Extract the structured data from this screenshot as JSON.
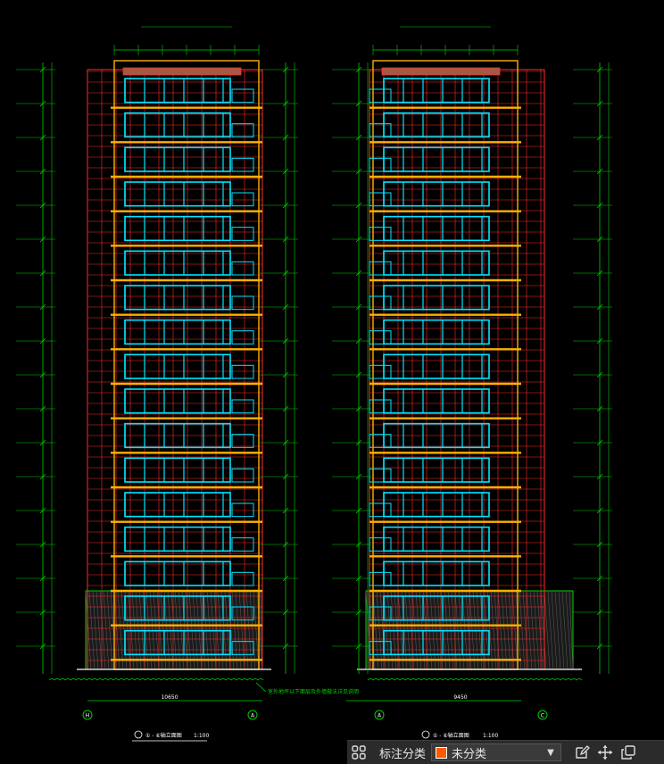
{
  "drawing": {
    "left_elevation_title": "① - ⑥轴立面图",
    "left_elevation_scale": "1:100",
    "right_elevation_title": "① - ⑥轴立面图",
    "right_elevation_scale": "1:100",
    "center_note": "室外地坪以下面层及外墙做法详见说明",
    "axis_left_a": "H",
    "axis_left_b": "A",
    "axis_right_a": "A",
    "axis_right_b": "C",
    "left_width_dim": "10650",
    "right_width_dim": "9450",
    "floor_count": 17,
    "colors": {
      "background": "#000000",
      "outline": "#ff2b2b",
      "slab": "#ffb000",
      "glazing": "#00e5ff",
      "dimension": "#00d000",
      "text": "#ffffff"
    }
  },
  "toolbar": {
    "category_label": "标注分类",
    "selected_category": "未分类",
    "selected_color": "#ff5a00"
  }
}
